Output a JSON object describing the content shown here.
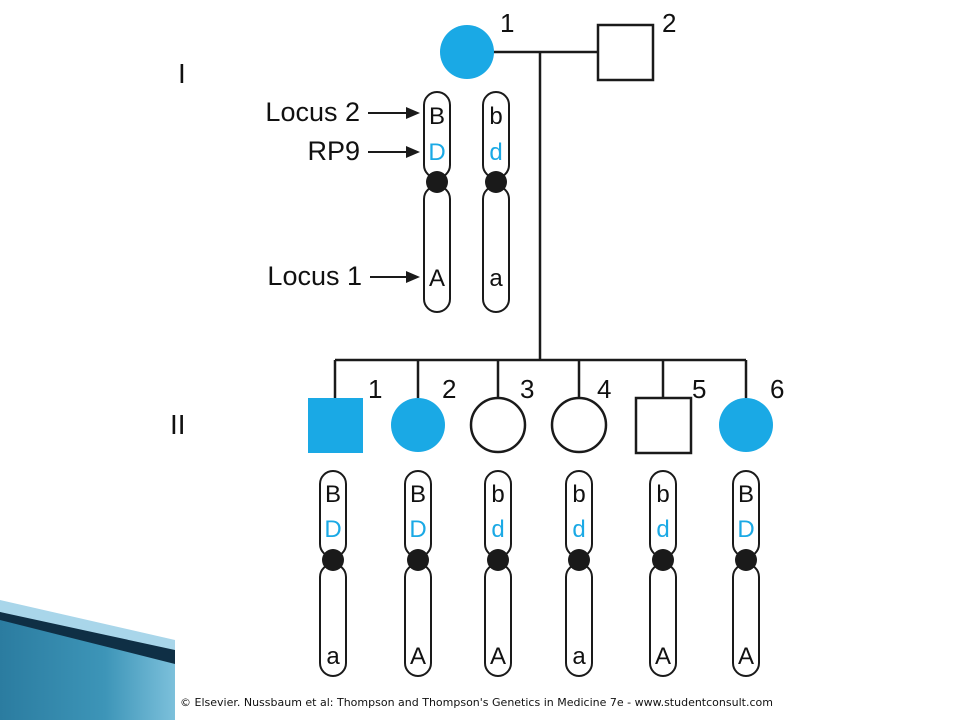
{
  "colors": {
    "affected": "#1aa9e5",
    "outline": "#1a1a1a",
    "centromere": "#1a1a1a",
    "slide_teal": "#2f7fa3",
    "slide_dark": "#0f2f45",
    "slide_light": "#a9d6ea"
  },
  "generations": [
    {
      "label": "I"
    },
    {
      "label": "II"
    }
  ],
  "locus_labels": [
    {
      "text": "Locus 2"
    },
    {
      "text": "RP9"
    },
    {
      "text": "Locus 1"
    }
  ],
  "gen1": {
    "individuals": [
      {
        "number": "1",
        "sex": "female",
        "affected": true
      },
      {
        "number": "2",
        "sex": "male",
        "affected": false
      }
    ],
    "chromosomes": [
      {
        "top": "B",
        "rp9": "D",
        "bottom": "A"
      },
      {
        "top": "b",
        "rp9": "d",
        "bottom": "a"
      }
    ]
  },
  "gen2": {
    "individuals": [
      {
        "number": "1",
        "sex": "male",
        "affected": true,
        "top": "B",
        "rp9": "D",
        "bottom": "a"
      },
      {
        "number": "2",
        "sex": "female",
        "affected": true,
        "top": "B",
        "rp9": "D",
        "bottom": "A"
      },
      {
        "number": "3",
        "sex": "female",
        "affected": false,
        "top": "b",
        "rp9": "d",
        "bottom": "A"
      },
      {
        "number": "4",
        "sex": "female",
        "affected": false,
        "top": "b",
        "rp9": "d",
        "bottom": "a"
      },
      {
        "number": "5",
        "sex": "male",
        "affected": false,
        "top": "b",
        "rp9": "d",
        "bottom": "A"
      },
      {
        "number": "6",
        "sex": "female",
        "affected": true,
        "top": "B",
        "rp9": "D",
        "bottom": "A"
      }
    ]
  },
  "credit": "© Elsevier. Nussbaum et al: Thompson and Thompson's Genetics in Medicine 7e - www.studentconsult.com"
}
